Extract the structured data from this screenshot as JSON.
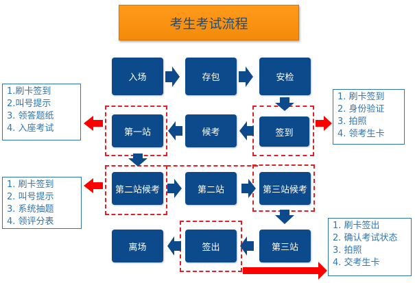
{
  "title": "考生考试流程",
  "colors": {
    "title_bg": "#f7900f",
    "title_text": "#1f4e79",
    "step_bg": "#0d4a8c",
    "flow_arrow": "#0d4a8c",
    "callout_arrow": "#ff0000",
    "dashed_border": "#e31e24",
    "info_text": "#2e75b6"
  },
  "steps": {
    "entry": "入场",
    "bag_storage": "存包",
    "security": "安检",
    "check_in": "签到",
    "waiting": "候考",
    "station1": "第一站",
    "station2_waiting": "第二站候考",
    "station2": "第二站",
    "station3_waiting": "第三站候考",
    "station3": "第三站",
    "check_out": "签出",
    "exit": "离场"
  },
  "info_boxes": {
    "check_in": [
      "1. 刷卡签到",
      "2. 身份验证",
      "3. 拍照",
      "4. 领考生卡"
    ],
    "station1": [
      "1.刷卡签到",
      "2.叫号提示",
      "3. 领答题纸",
      "4. 入座考试"
    ],
    "station2_waiting": [
      "1. 刷卡签到",
      "2. 叫号提示",
      "3. 系统抽题",
      "4. 领评分表"
    ],
    "check_out": [
      "1. 刷卡签出",
      "2. 确认考试状态",
      "3. 拍照",
      "4. 交考生卡"
    ]
  }
}
